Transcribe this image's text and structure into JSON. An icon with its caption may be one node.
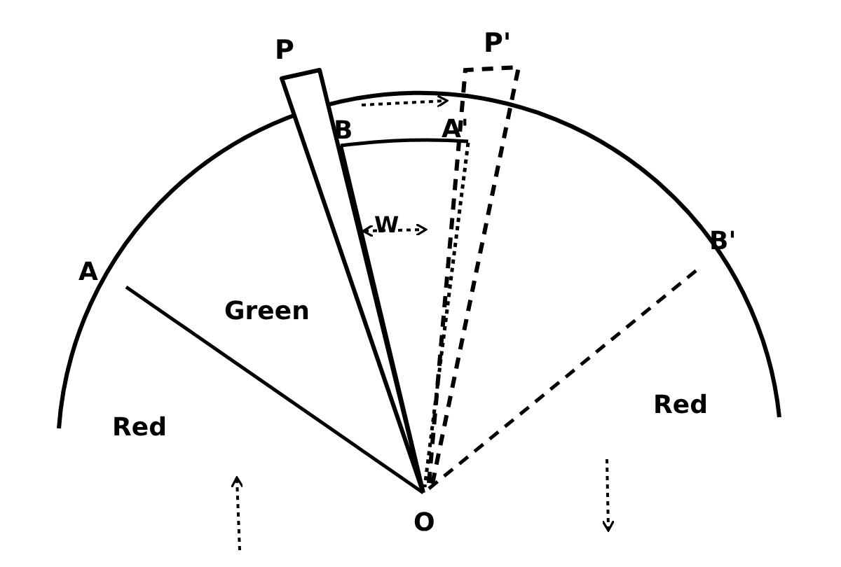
{
  "diagram": {
    "labels": [
      "P",
      "P'",
      "B",
      "A'",
      "W",
      "A",
      "Green",
      "B'",
      "Red",
      "Red",
      "O"
    ]
  }
}
